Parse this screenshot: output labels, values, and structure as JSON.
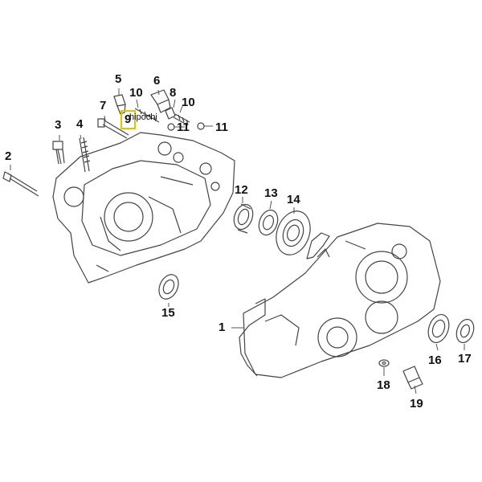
{
  "callouts": {
    "c1": "1",
    "c2": "2",
    "c3": "3",
    "c4": "4",
    "c5": "5",
    "c6": "6",
    "c7": "7",
    "c8": "8",
    "c10a": "10",
    "c10b": "10",
    "c11a": "11",
    "c11b": "11",
    "c12": "12",
    "c13": "13",
    "c14": "14",
    "c15": "15",
    "c16": "16",
    "c17": "17",
    "c18": "18",
    "c19": "19"
  },
  "highlight": {
    "digit": "9",
    "text": "hipochi"
  },
  "colors": {
    "line": "#444444",
    "highlight": "#e0c400"
  }
}
